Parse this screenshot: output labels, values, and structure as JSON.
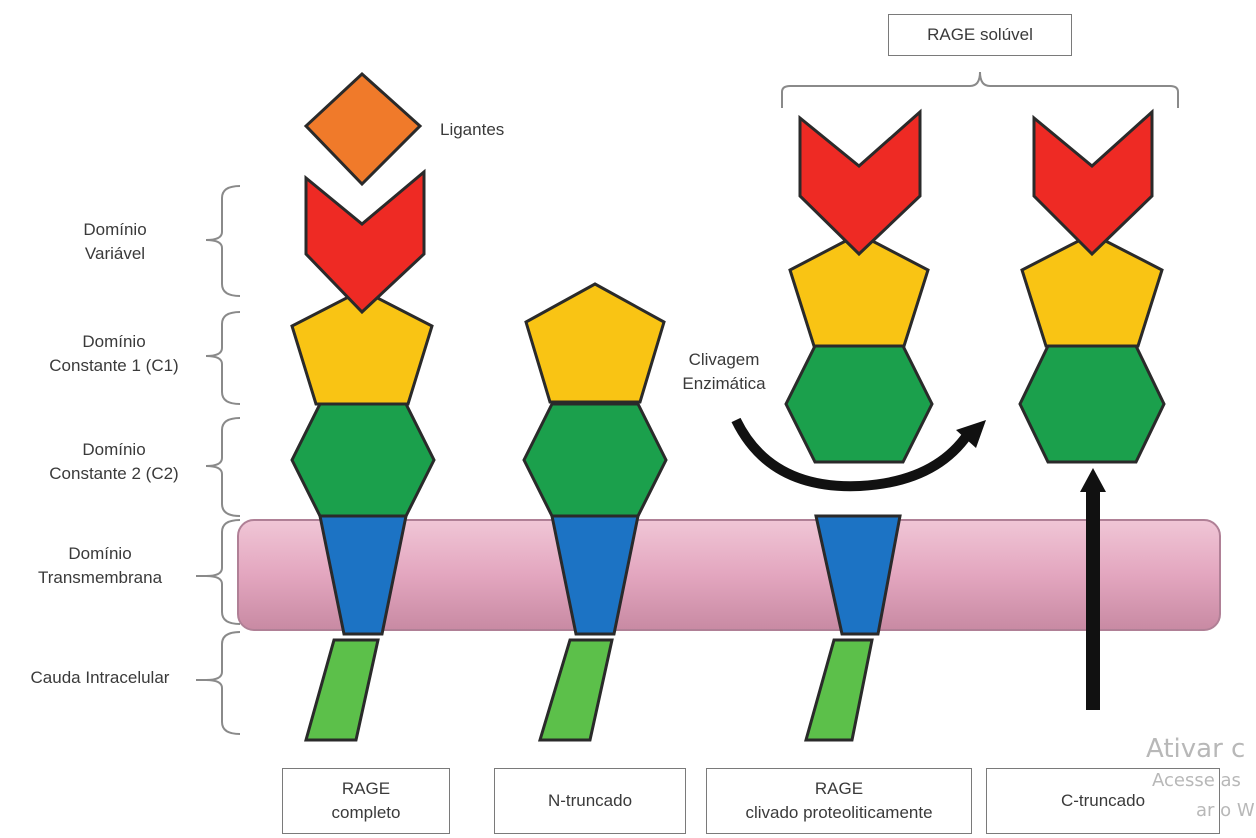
{
  "labels": {
    "ligantes": "Ligantes",
    "dominio_variavel": [
      "Domínio",
      "Variável"
    ],
    "dominio_c1": [
      "Domínio",
      "Constante 1 (C1)"
    ],
    "dominio_c2": [
      "Domínio",
      "Constante 2 (C2)"
    ],
    "dominio_tm": [
      "Domínio",
      "Transmembrana"
    ],
    "cauda": "Cauda Intracelular",
    "clivagem": [
      "Clivagem",
      "Enzimática"
    ],
    "rage_soluvel": "RAGE solúvel"
  },
  "variants": [
    {
      "lines": [
        "RAGE",
        "completo"
      ]
    },
    {
      "lines": [
        "N-truncado"
      ]
    },
    {
      "lines": [
        "RAGE",
        "clivado proteoliticamente"
      ]
    },
    {
      "lines": [
        "C-truncado"
      ]
    }
  ],
  "watermark": {
    "line1": "Ativar c",
    "line2": "Acesse as",
    "line3": "ar o W"
  },
  "colors": {
    "ligand": "#f07a2a",
    "variable": "#ee2a24",
    "c1": "#f9c414",
    "c2": "#1ba04c",
    "transmembrane": "#1c73c4",
    "tail": "#5cc04a",
    "membrane": "#e3a6bf",
    "arrow": "#111111"
  }
}
